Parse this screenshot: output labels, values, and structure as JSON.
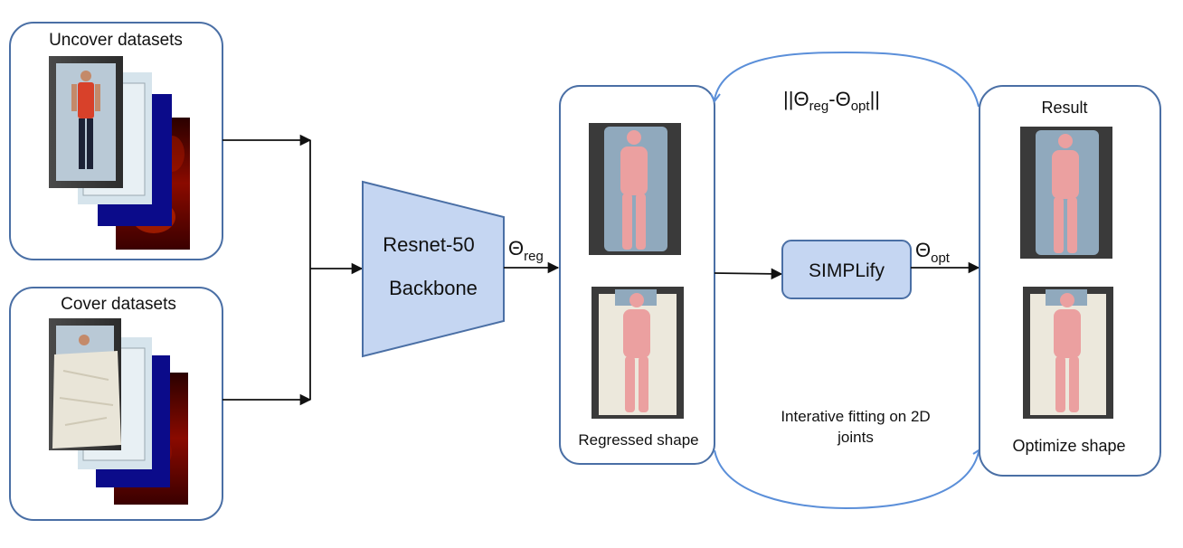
{
  "panels": {
    "uncover": {
      "title": "Uncover datasets"
    },
    "cover": {
      "title": "Cover datasets"
    },
    "regressed": {
      "caption": "Regressed shape"
    },
    "result": {
      "title": "Result",
      "caption": "Optimize shape"
    }
  },
  "backbone": {
    "line1": "Resnet-50",
    "line2": "Backbone"
  },
  "simplify": {
    "label": "SIMPLify"
  },
  "params": {
    "theta": "Θ",
    "reg_sub": "reg",
    "opt_sub": "opt",
    "loss_open": "||",
    "loss_minus": "-",
    "loss_close": "||"
  },
  "loop": {
    "line1": "Interative fitting on 2D",
    "line2": "joints"
  },
  "colors": {
    "panel_border": "#4a6fa5",
    "block_fill": "#c5d6f2",
    "loop_line": "#5b8fd9",
    "arrow": "#111111"
  },
  "icons": {
    "person_depth": "depth-map-image",
    "person_pressure_blue": "pressure-map-blue-image",
    "person_pressure_red": "pressure-map-heat-image",
    "mesh": "body-mesh-image"
  }
}
